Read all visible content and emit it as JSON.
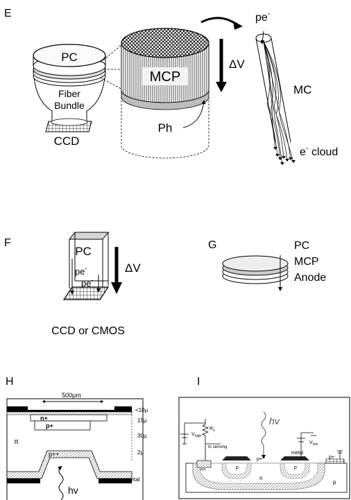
{
  "panels": {
    "E": {
      "letter": "E",
      "labels": {
        "pc": "PC",
        "fiber1": "Fiber",
        "fiber2": "Bundle",
        "ccd": "CCD",
        "mcp": "MCP",
        "dv": "ΔV",
        "ph": "Ph",
        "pe": "pe",
        "pe_sup": "-",
        "mc": "MC",
        "ecloud_e": "e",
        "ecloud_sup": "-",
        "ecloud_rest": " cloud"
      }
    },
    "F": {
      "letter": "F",
      "labels": {
        "pc": "PC",
        "pe1": "pe",
        "pe2": "pe",
        "sup": "-",
        "dv": "ΔV",
        "caption": "CCD or CMOS"
      }
    },
    "G": {
      "letter": "G",
      "labels": {
        "pc": "PC",
        "mcp": "MCP",
        "anode": "Anode"
      }
    },
    "H": {
      "letter": "H",
      "labels": {
        "width": "500µm",
        "n_plus": "n+",
        "p_plus": "p+",
        "pi": "π",
        "p_pp": "p++",
        "hv": "hv",
        "metal": "metal",
        "d1": "<10µ",
        "d2": "15µ",
        "d3": "30µ",
        "d4": "2µ"
      }
    },
    "I": {
      "letter": "I",
      "labels": {
        "hv": "hv",
        "vhigh": "V",
        "vhigh_sub": "high",
        "vlow": "V",
        "vlow_sub": "low",
        "rs": "R",
        "rs_sub": "s",
        "sensing": "to sensing",
        "metal": "metal",
        "nplus": "n+",
        "p1": "p",
        "p2": "p",
        "pplus_mid": "p+",
        "pplus_right": "p+",
        "n": "n",
        "p_sub": "p"
      }
    }
  }
}
